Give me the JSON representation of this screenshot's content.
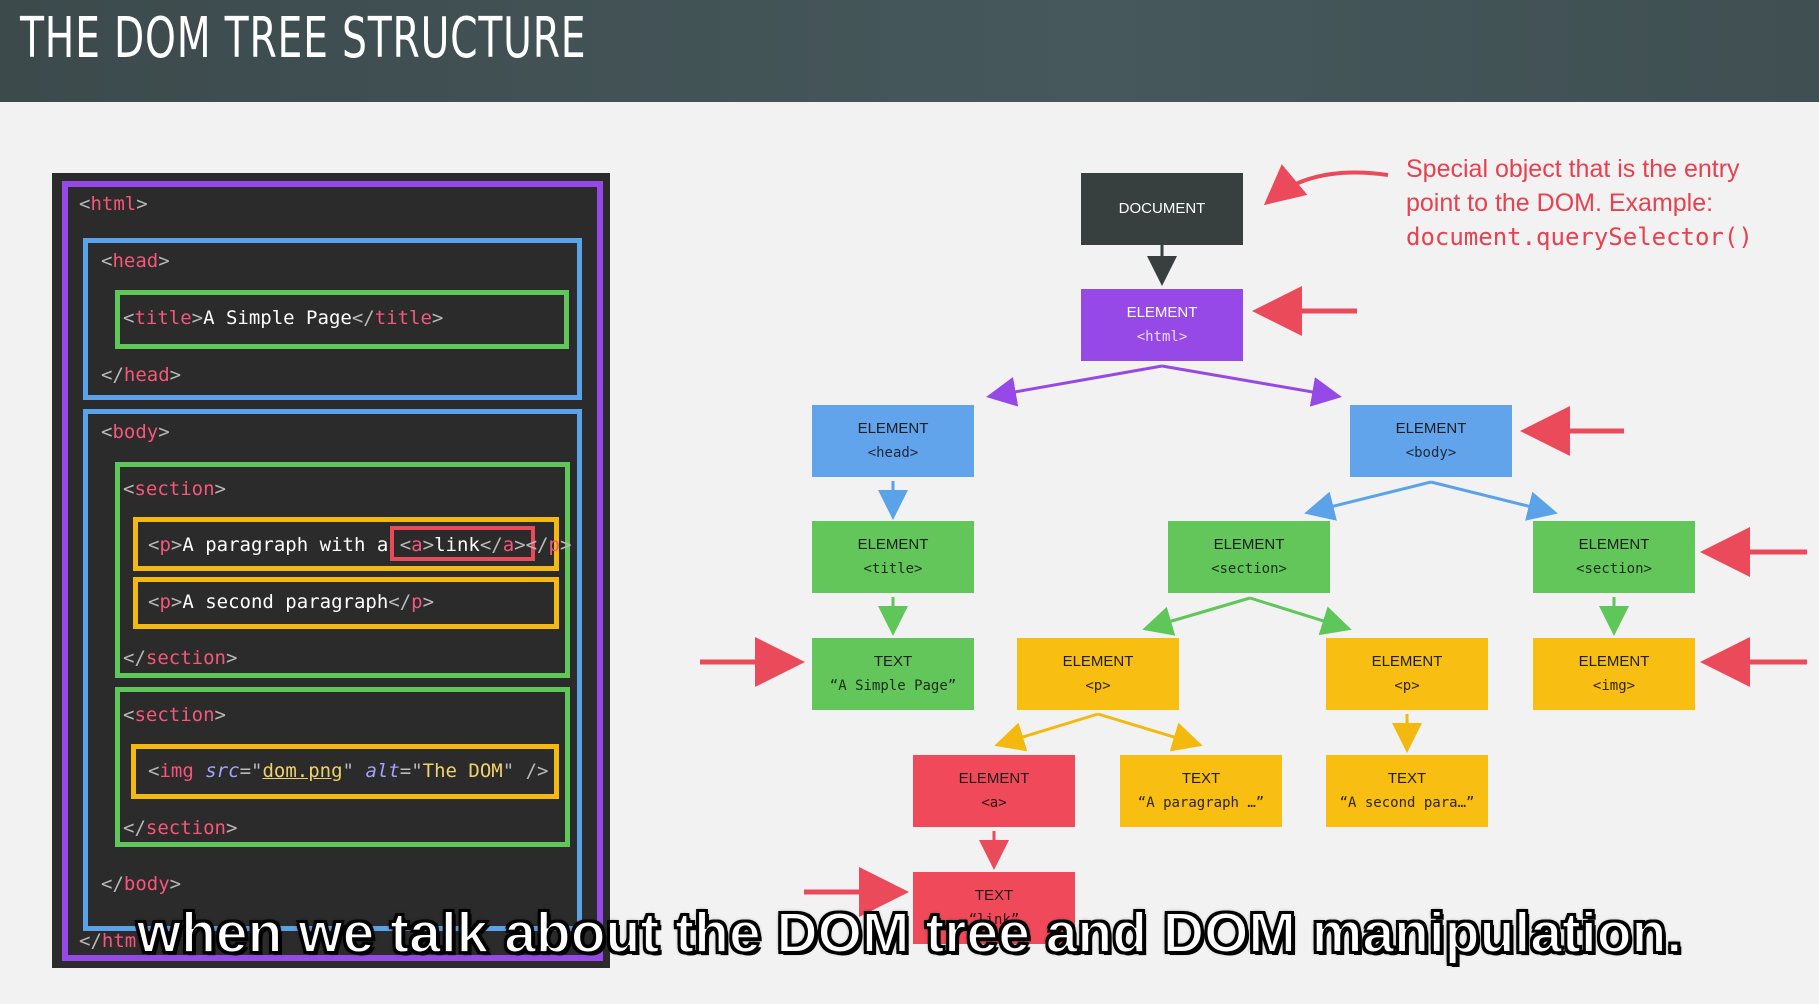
{
  "header": {
    "title": "THE DOM TREE STRUCTURE"
  },
  "code": {
    "html_open": "html",
    "head_open": "head",
    "title_tag": "title",
    "title_text": "A Simple Page",
    "head_close": "head",
    "body_open": "body",
    "section_tag": "section",
    "p_tag": "p",
    "p1_text": "A paragraph with a ",
    "a_tag": "a",
    "link_text": "link",
    "p2_text": "A second paragraph",
    "img_tag": "img",
    "src_attr": "src",
    "src_value": "dom.png",
    "alt_attr": "alt",
    "alt_value": "The DOM",
    "body_close": "body"
  },
  "tree": {
    "document": {
      "label": "DOCUMENT"
    },
    "html": {
      "kind": "ELEMENT",
      "tag": "<html>"
    },
    "head": {
      "kind": "ELEMENT",
      "tag": "<head>"
    },
    "body": {
      "kind": "ELEMENT",
      "tag": "<body>"
    },
    "title": {
      "kind": "ELEMENT",
      "tag": "<title>"
    },
    "section1": {
      "kind": "ELEMENT",
      "tag": "<section>"
    },
    "section2": {
      "kind": "ELEMENT",
      "tag": "<section>"
    },
    "text_title": {
      "kind": "TEXT",
      "value": "“A Simple Page”"
    },
    "p1": {
      "kind": "ELEMENT",
      "tag": "<p>"
    },
    "p2": {
      "kind": "ELEMENT",
      "tag": "<p>"
    },
    "img": {
      "kind": "ELEMENT",
      "tag": "<img>"
    },
    "a": {
      "kind": "ELEMENT",
      "tag": "<a>"
    },
    "text_p1": {
      "kind": "TEXT",
      "value": "“A paragraph …”"
    },
    "text_p2": {
      "kind": "TEXT",
      "value": "“A second para…”"
    },
    "text_link": {
      "kind": "TEXT",
      "value": "“link”"
    }
  },
  "annotation": {
    "line1": "Special object that is the entry",
    "line2": "point to the DOM. Example:",
    "code": "document.querySelector()"
  },
  "subtitle": "when we talk about the DOM tree and DOM manipulation.",
  "colors": {
    "document": "#37403f",
    "html": "#9649e6",
    "head_body": "#62a4ec",
    "section_title": "#63c65b",
    "p_img": "#f8bf12",
    "a_text": "#f0495a",
    "annotation": "#e9404f"
  }
}
